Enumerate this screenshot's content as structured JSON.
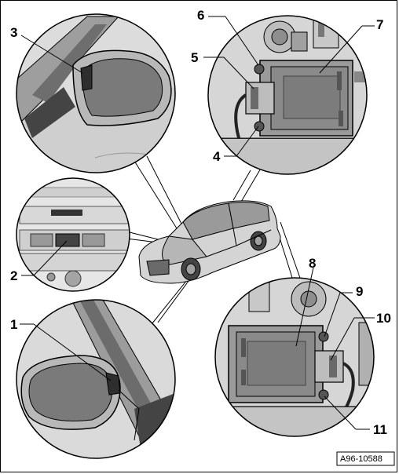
{
  "callouts": {
    "c1": "1",
    "c2": "2",
    "c3": "3",
    "c4": "4",
    "c5": "5",
    "c6": "6",
    "c7": "7",
    "c8": "8",
    "c9": "9",
    "c10": "10",
    "c11": "11"
  },
  "reference_code": "A96-10588",
  "colors": {
    "line": "#000000",
    "fill_light": "#d9d9d9",
    "fill_mid": "#a8a8a8",
    "fill_dark": "#555555"
  }
}
